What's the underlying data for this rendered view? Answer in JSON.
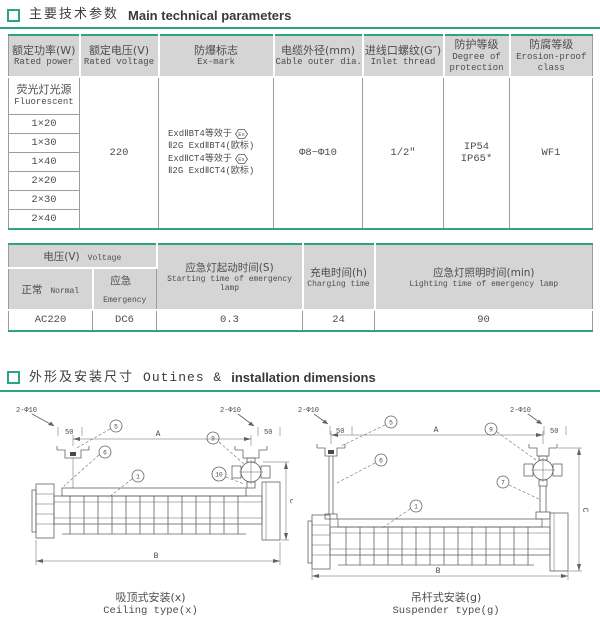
{
  "accent_color": "#2ca383",
  "header_bg_color": "#d5d5d5",
  "section1": {
    "title_zh": "主要技术参数",
    "title_en": "Main technical parameters"
  },
  "table1": {
    "headers": [
      {
        "zh": "额定功率(W)",
        "en": "Rated power"
      },
      {
        "zh": "额定电压(V)",
        "en": "Rated voltage"
      },
      {
        "zh": "防爆标志",
        "en": "Ex-mark"
      },
      {
        "zh": "电缆外径(mm)",
        "en": "Cable outer dia."
      },
      {
        "zh": "进线口螺纹(G″)",
        "en": "Inlet thread"
      },
      {
        "zh": "防护等级",
        "en": "Degree of protection"
      },
      {
        "zh": "防腐等级",
        "en": "Erosion-proof class"
      }
    ],
    "source_row": {
      "zh": "荧光灯光源",
      "en": "Fluorescent"
    },
    "powers": [
      "1×20",
      "1×30",
      "1×40",
      "2×20",
      "2×30",
      "2×40"
    ],
    "rated_voltage": "220",
    "ex_mark": {
      "line1": "ExdⅡBT4等效于",
      "line2": "Ⅱ2G ExdⅡBT4(欧标)",
      "line3": "ExdⅡCT4等效于",
      "line4": "Ⅱ2G ExdⅡCT4(欧标)",
      "hex_label": "Ex"
    },
    "cable_outer_dia": "Φ8~Φ10",
    "inlet_thread": "1/2″",
    "protection": [
      "IP54",
      "IP65*"
    ],
    "erosion_class": "WF1"
  },
  "table2": {
    "voltage_header": {
      "zh": "电压(V)",
      "en": "Voltage"
    },
    "normal_header": {
      "zh": "正常",
      "en": "Normal"
    },
    "emergency_header": {
      "zh": "应急",
      "en": "Emergency"
    },
    "starting_header": {
      "zh": "应急灯起动时间(S)",
      "en": "Starting time of emergency lamp"
    },
    "charging_header": {
      "zh": "充电时间(h)",
      "en": "Charging time"
    },
    "lighting_header": {
      "zh": "应急灯照明时间(min)",
      "en": "Lighting time of emergency lamp"
    },
    "values": {
      "normal": "AC220",
      "emergency": "DC6",
      "starting": "0.3",
      "charging": "24",
      "lighting": "90"
    }
  },
  "section2": {
    "title_zh": "外形及安装尺寸",
    "title_en_serif": "Outines &",
    "title_en_bold": "installation dimensions"
  },
  "drawings": {
    "ceiling": {
      "hole_label_left": "2-Φ10",
      "hole_label_right": "2-Φ10",
      "bracket_dim": "50",
      "dim_a": "A",
      "dim_b": "B",
      "dim_c": "C",
      "callouts": [
        "5",
        "6",
        "1",
        "9",
        "10"
      ],
      "caption_zh": "吸顶式安装(x)",
      "caption_en": "Ceiling type(x)"
    },
    "suspender": {
      "hole_label_left": "2-Φ10",
      "hole_label_right": "2-Φ10",
      "bracket_dim": "50",
      "dim_a": "A",
      "dim_b": "B",
      "dim_c": "C",
      "callouts": [
        "5",
        "6",
        "1",
        "9",
        "7"
      ],
      "caption_zh": "吊杆式安装(g)",
      "caption_en": "Suspender type(g)"
    }
  }
}
